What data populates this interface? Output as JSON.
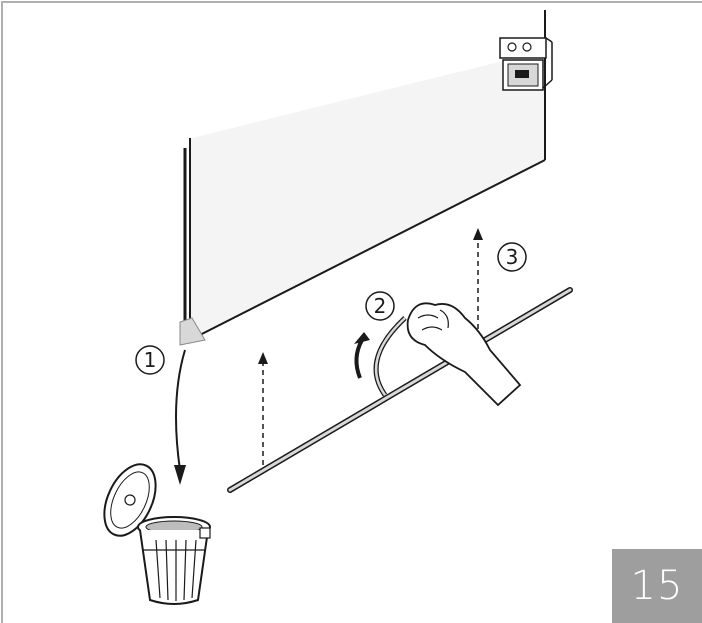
{
  "steps": [
    {
      "number": "1"
    },
    {
      "number": "2"
    },
    {
      "number": "3"
    }
  ],
  "page_number": "15",
  "colors": {
    "line": "#1a1a1a",
    "frame": "#b0b0b0",
    "badge": "#9e9e9e",
    "panel_fill": "#f4f4f4",
    "clip_fill": "#d8d8d8"
  },
  "icons": [
    "trash-bin-icon",
    "hand-icon",
    "curved-arrow-icon"
  ]
}
